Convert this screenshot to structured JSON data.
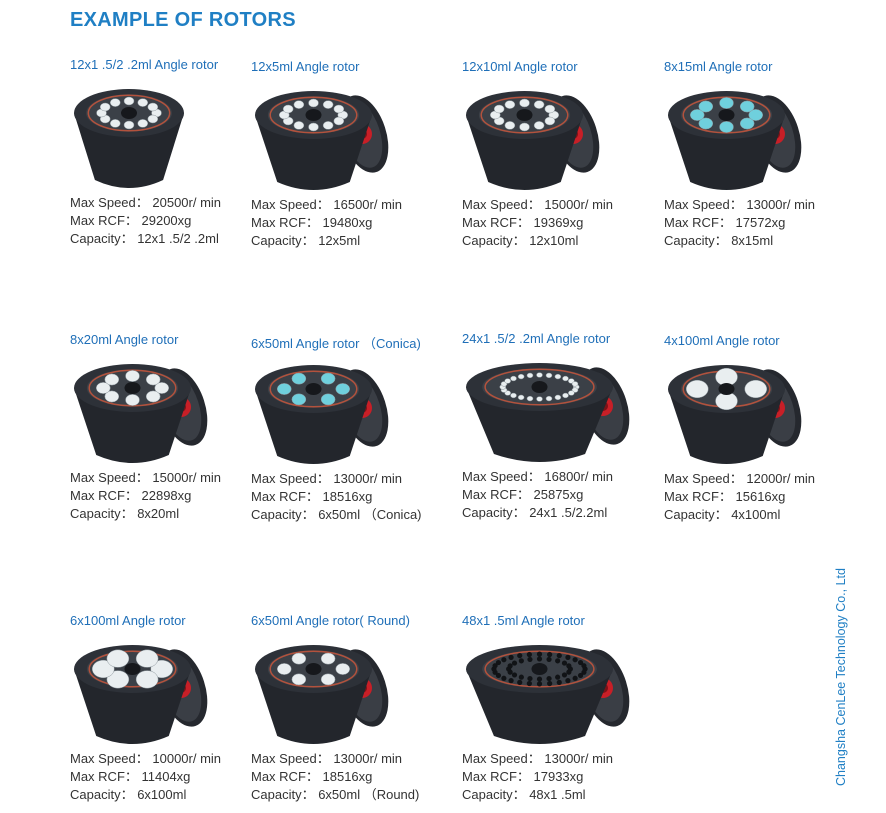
{
  "page": {
    "title": "EXAMPLE OF ROTORS",
    "side_text": "Changsha CenLee Technology Co., Ltd"
  },
  "colors": {
    "accent_blue": "#1f7fc4",
    "rotor_body": "#2b2f36",
    "lid_red": "#d02428",
    "tube_cyan": "#6fd0dd",
    "tube_white": "#e9eef0"
  },
  "rotors": [
    {
      "title": "12x1 .5/2 .2ml Angle rotor",
      "speed": "Max Speed： 20500r/ min",
      "rcf": "Max RCF： 29200xg",
      "capacity": "Capacity： 12x1 .5/2 .2ml",
      "image": "rotor-12-tube-icon"
    },
    {
      "title": "12x5ml Angle rotor",
      "speed": "Max Speed： 16500r/ min",
      "rcf": "Max RCF： 19480xg",
      "capacity": "Capacity： 12x5ml",
      "image": "rotor-12-tube-lid-icon"
    },
    {
      "title": "12x10ml Angle rotor",
      "speed": "Max Speed： 15000r/ min",
      "rcf": "Max RCF： 19369xg",
      "capacity": "Capacity： 12x10ml",
      "image": "rotor-12-tube-lid-icon"
    },
    {
      "title": "8x15ml Angle rotor",
      "speed": "Max Speed： 13000r/ min",
      "rcf": "Max RCF： 17572xg",
      "capacity": "Capacity： 8x15ml",
      "image": "rotor-8-cyan-lid-icon"
    },
    {
      "title": "8x20ml Angle rotor",
      "speed": "Max Speed： 15000r/ min",
      "rcf": "Max RCF： 22898xg",
      "capacity": "Capacity： 8x20ml",
      "image": "rotor-8-tube-lid-icon"
    },
    {
      "title": "6x50ml Angle rotor （Conica)",
      "speed": "Max Speed： 13000r/ min",
      "rcf": "Max RCF： 18516xg",
      "capacity": "Capacity： 6x50ml （Conica)",
      "image": "rotor-6-cyan-lid-icon"
    },
    {
      "title": "24x1 .5/2 .2ml Angle rotor",
      "speed": "Max Speed： 16800r/ min",
      "rcf": "Max RCF： 25875xg",
      "capacity": "Capacity： 24x1 .5/2.2ml",
      "image": "rotor-24-tube-lid-icon"
    },
    {
      "title": "4x100ml Angle rotor",
      "speed": "Max Speed： 12000r/ min",
      "rcf": "Max RCF： 15616xg",
      "capacity": "Capacity： 4x100ml",
      "image": "rotor-4-bottle-lid-icon"
    },
    {
      "title": "6x100ml Angle rotor",
      "speed": "Max Speed： 10000r/ min",
      "rcf": "Max RCF： 11404xg",
      "capacity": "Capacity： 6x100ml",
      "image": "rotor-6-bottle-lid-icon"
    },
    {
      "title": "6x50ml Angle rotor( Round)",
      "speed": "Max Speed： 13000r/ min",
      "rcf": "Max RCF： 18516xg",
      "capacity": "Capacity： 6x50ml （Round)",
      "image": "rotor-6-white-lid-icon"
    },
    {
      "title": "48x1 .5ml Angle rotor",
      "speed": "Max Speed： 13000r/ min",
      "rcf": "Max RCF： 17933xg",
      "capacity": "Capacity： 48x1 .5ml",
      "image": "rotor-48-hole-lid-icon"
    }
  ]
}
